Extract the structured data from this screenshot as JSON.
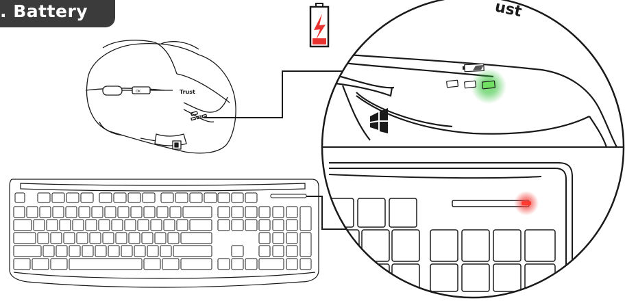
{
  "header": {
    "title": ". Battery"
  },
  "mouse": {
    "brand": "Trust",
    "button_label": "OK"
  },
  "zoom": {
    "brand_fragment": "ust"
  },
  "colors": {
    "tab_bg": "#3b3b3b",
    "battery_red": "#e8322f",
    "led_green": "#35c23a",
    "led_red": "#f03a36",
    "line": "#1a1a1a"
  },
  "icons": {
    "battery": "battery-low-icon",
    "windows": "windows-logo-icon"
  }
}
